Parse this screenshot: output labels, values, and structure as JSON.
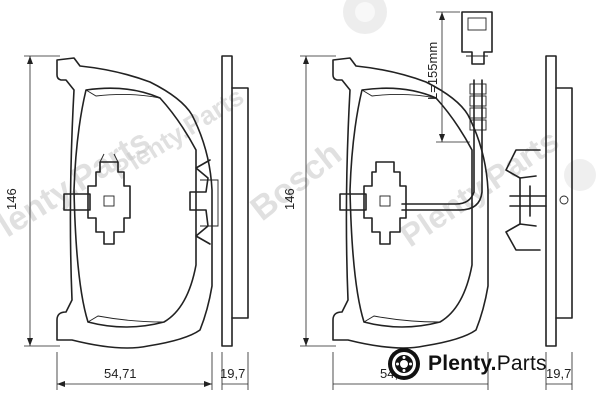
{
  "watermark": {
    "text": "Plenty.Parts",
    "brand_text": "Bosch",
    "logo": {
      "name": "Plenty",
      "separator": ".",
      "suffix": "Parts"
    }
  },
  "dimensions": {
    "height_left": "146",
    "height_right": "146",
    "width_left": "54,71",
    "thickness_left": "19,7",
    "width_right": "54,71",
    "thickness_right": "19,7",
    "cable_length": "L=155mm"
  }
}
